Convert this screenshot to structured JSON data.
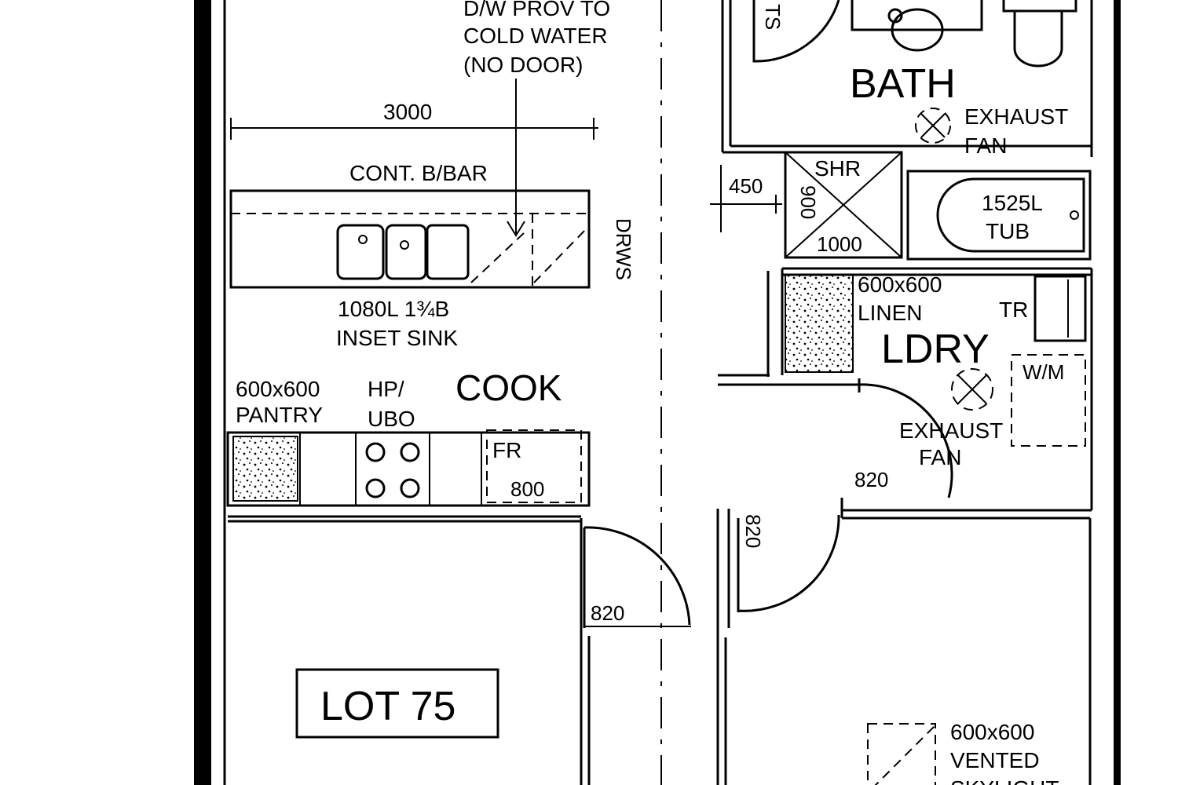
{
  "plan": {
    "dw_note": [
      "D/W PROV TO",
      "COLD WATER",
      "(NO DOOR)"
    ],
    "dim_3000": "3000",
    "bench_label": "CONT. B/BAR",
    "drws": "DRWS",
    "sink_label": [
      "1080L 1¾B",
      "INSET SINK"
    ],
    "pantry_label": [
      "600x600",
      "PANTRY"
    ],
    "hp_label": [
      "HP/",
      "UBO"
    ],
    "cook": "COOK",
    "fr_label": "FR",
    "fr_width": "800",
    "door_820_kitchen": "820",
    "lot_label": "LOT 75",
    "bath": "BATH",
    "exhaust_fan_bath": [
      "EXHAUST",
      "FAN"
    ],
    "dim_450": "450",
    "shr": "SHR",
    "shr_900": "900",
    "shr_1000": "1000",
    "tub": [
      "1525L",
      "TUB"
    ],
    "linen": [
      "600x600",
      "LINEN"
    ],
    "tr": "TR",
    "ldry": "LDRY",
    "wm": "W/M",
    "exhaust_fan_ldry": [
      "EXHAUST",
      "FAN"
    ],
    "door_820_ldry": "820",
    "door_820_hall": "820",
    "skylight": [
      "600x600",
      "VENTED",
      "SKYLIGHT"
    ]
  }
}
